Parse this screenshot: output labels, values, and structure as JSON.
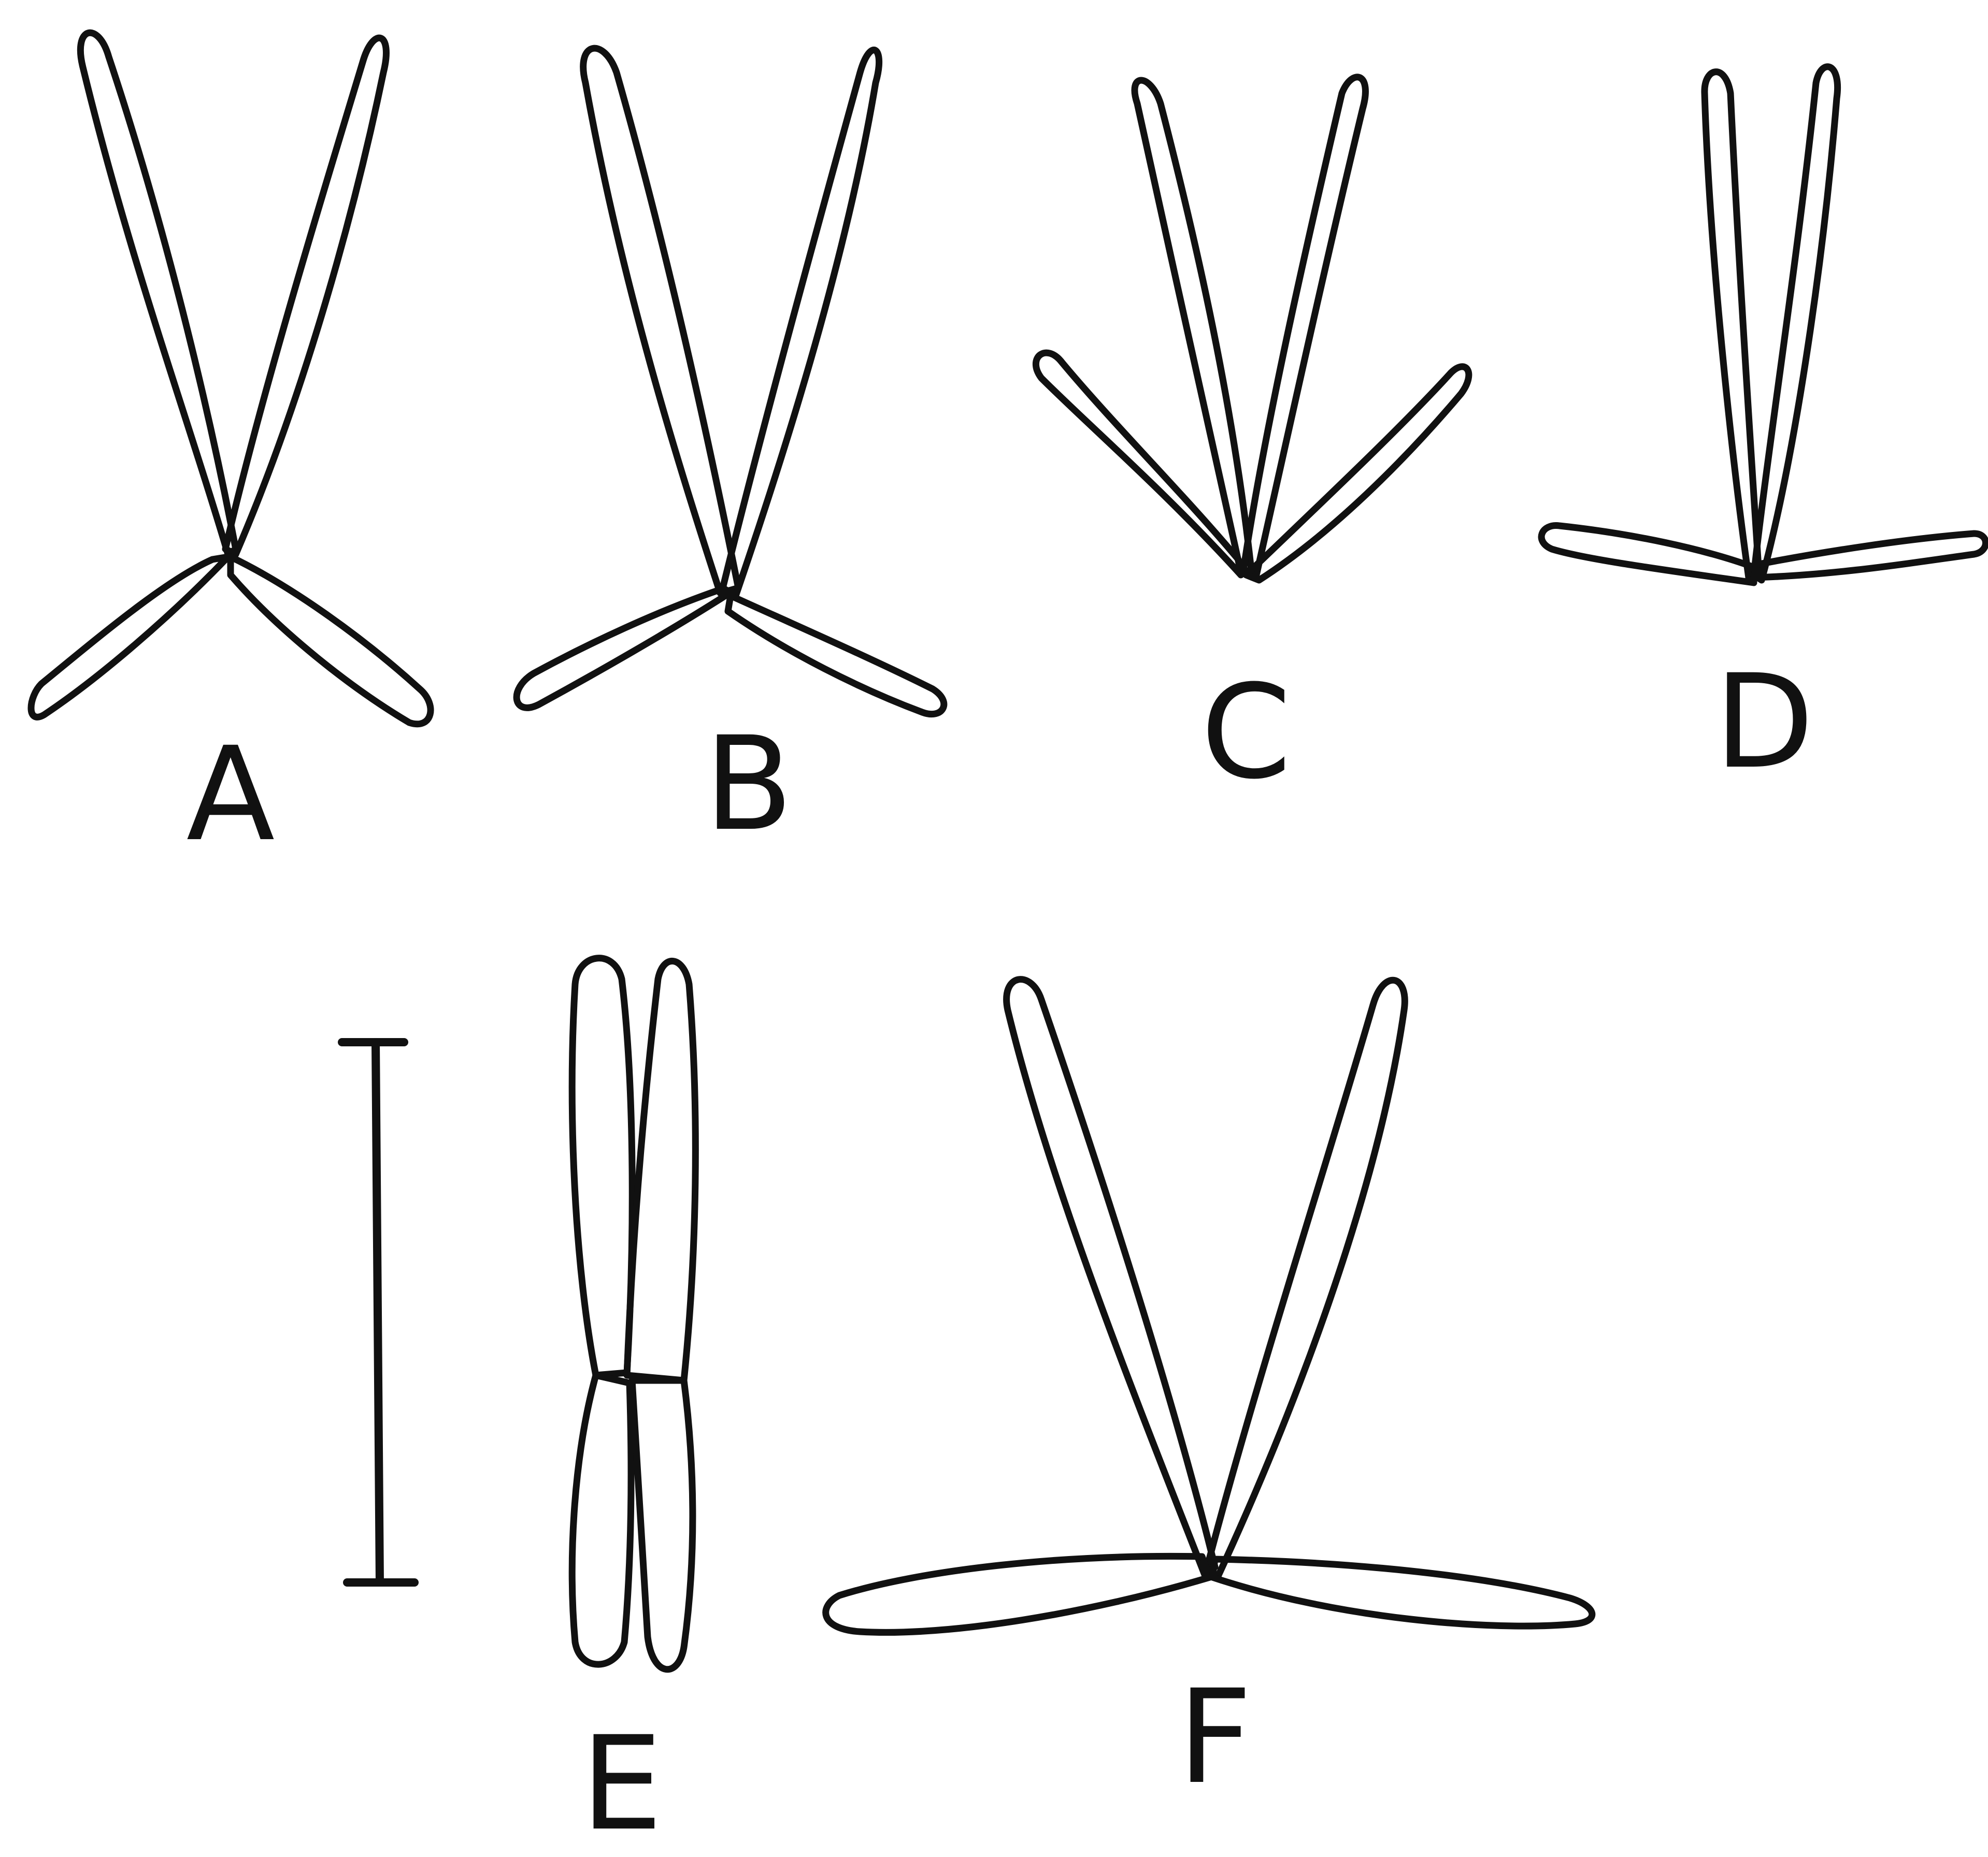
{
  "figure": {
    "panels": [
      {
        "id": "A",
        "label": "A",
        "petals": 4
      },
      {
        "id": "B",
        "label": "B",
        "petals": 4
      },
      {
        "id": "C",
        "label": "C",
        "petals": 4
      },
      {
        "id": "D",
        "label": "D",
        "petals": 4
      },
      {
        "id": "E",
        "label": "E",
        "petals": 4
      },
      {
        "id": "F",
        "label": "F",
        "petals": 4
      }
    ],
    "scale_bar": {
      "label": ""
    },
    "colors": {
      "ink": "#111111",
      "background": "#ffffff"
    }
  }
}
